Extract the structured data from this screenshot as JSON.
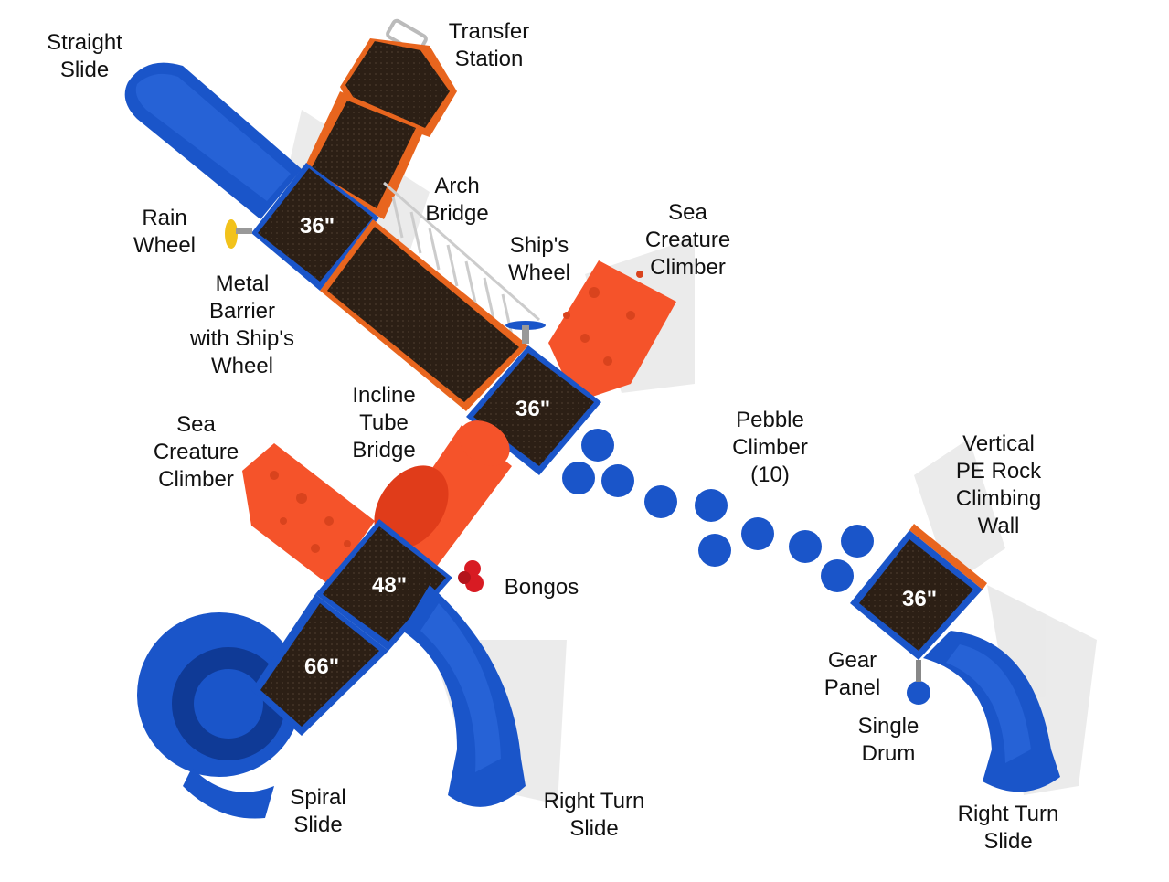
{
  "colors": {
    "slide_blue": "#1a55c9",
    "slide_blue_dark": "#0f3a96",
    "climber_orange": "#f5532a",
    "deck_brown": "#2c1f15",
    "frame_orange": "#e8651e",
    "bongo_red": "#d81b23",
    "rain_wheel_yellow": "#f2c21b",
    "post_gray": "#b9b9b9"
  },
  "labels": {
    "straight_slide": [
      "Straight",
      "Slide"
    ],
    "transfer_station": [
      "Transfer",
      "Station"
    ],
    "arch_bridge": [
      "Arch",
      "Bridge"
    ],
    "rain_wheel": [
      "Rain",
      "Wheel"
    ],
    "ships_wheel": [
      "Ship's",
      "Wheel"
    ],
    "sea_creature_climber_top": [
      "Sea",
      "Creature",
      "Climber"
    ],
    "metal_barrier": [
      "Metal",
      "Barrier",
      "with Ship's",
      "Wheel"
    ],
    "incline_tube_bridge": [
      "Incline",
      "Tube",
      "Bridge"
    ],
    "sea_creature_climber_left": [
      "Sea",
      "Creature",
      "Climber"
    ],
    "pebble_climber": [
      "Pebble",
      "Climber",
      "(10)"
    ],
    "vertical_pe_rock": [
      "Vertical",
      "PE Rock",
      "Climbing",
      "Wall"
    ],
    "bongos": [
      "Bongos"
    ],
    "gear_panel": [
      "Gear",
      "Panel"
    ],
    "single_drum": [
      "Single",
      "Drum"
    ],
    "spiral_slide": [
      "Spiral",
      "Slide"
    ],
    "right_turn_slide_center": [
      "Right Turn",
      "Slide"
    ],
    "right_turn_slide_right": [
      "Right Turn",
      "Slide"
    ]
  },
  "deck_heights": {
    "upper_left": "36\"",
    "middle": "36\"",
    "lower_48": "48\"",
    "lower_66": "66\"",
    "right": "36\""
  }
}
